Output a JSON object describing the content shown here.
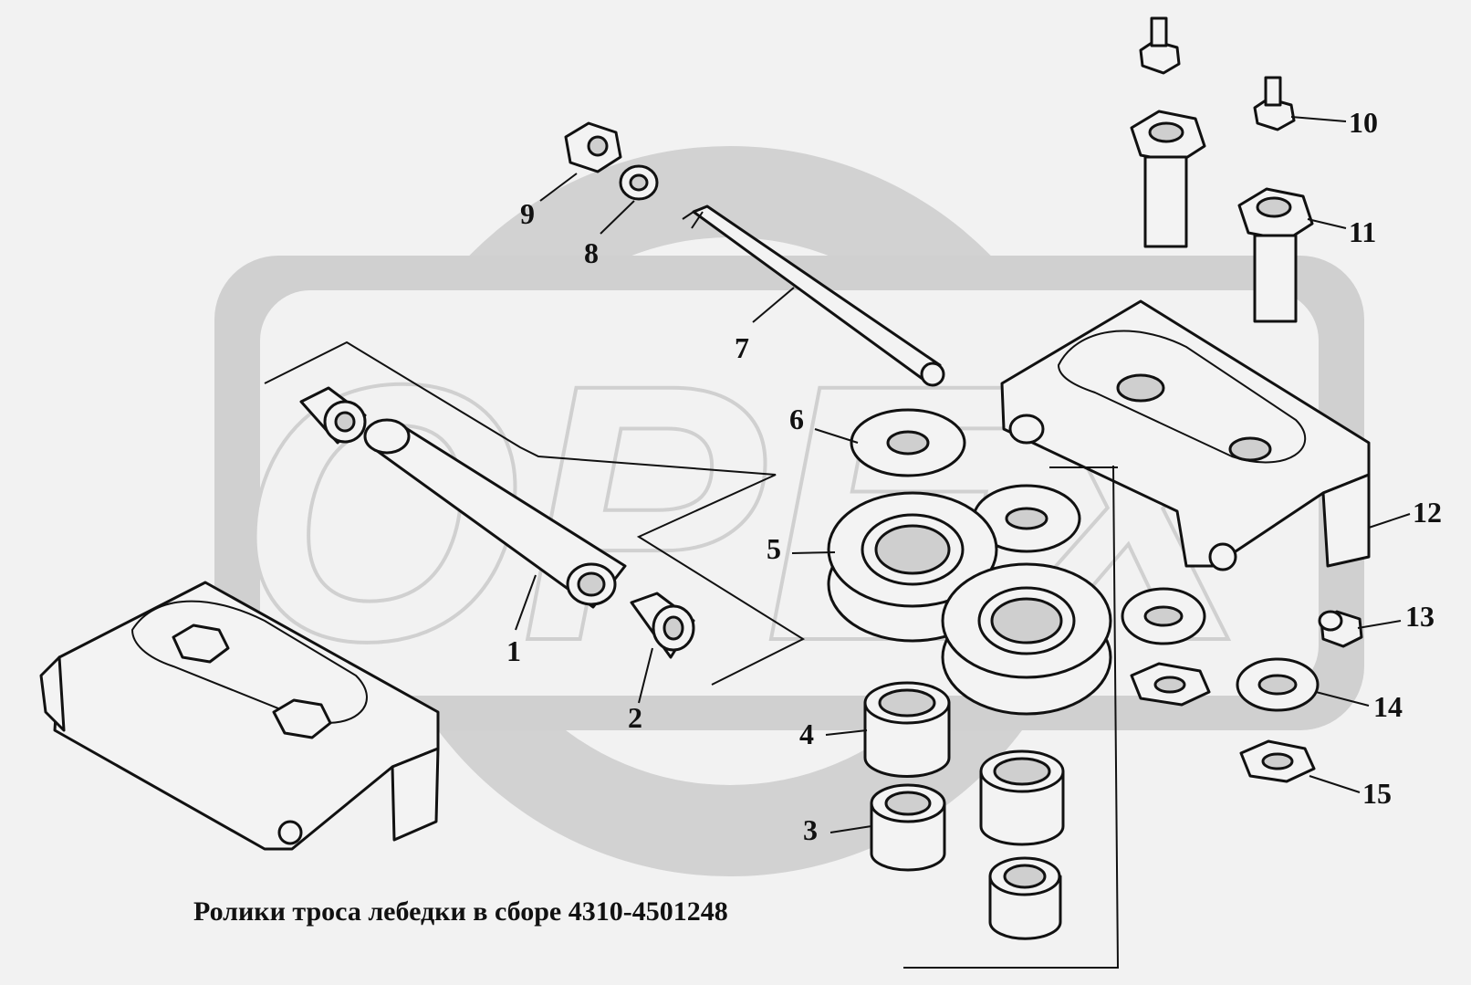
{
  "caption": "Ролики троса лебедки в сборе 4310-4501248",
  "callouts": [
    {
      "id": "1",
      "label": "1"
    },
    {
      "id": "2",
      "label": "2"
    },
    {
      "id": "3",
      "label": "3"
    },
    {
      "id": "4",
      "label": "4"
    },
    {
      "id": "5",
      "label": "5"
    },
    {
      "id": "6",
      "label": "6"
    },
    {
      "id": "7",
      "label": "7"
    },
    {
      "id": "8",
      "label": "8"
    },
    {
      "id": "9",
      "label": "9"
    },
    {
      "id": "10",
      "label": "10"
    },
    {
      "id": "11",
      "label": "11"
    },
    {
      "id": "12",
      "label": "12"
    },
    {
      "id": "13",
      "label": "13"
    },
    {
      "id": "14",
      "label": "14"
    },
    {
      "id": "15",
      "label": "15"
    }
  ],
  "watermark_text": "OPEX",
  "colors": {
    "background": "#f2f2f2",
    "watermark": "#d0d0d0",
    "line": "#111111"
  }
}
